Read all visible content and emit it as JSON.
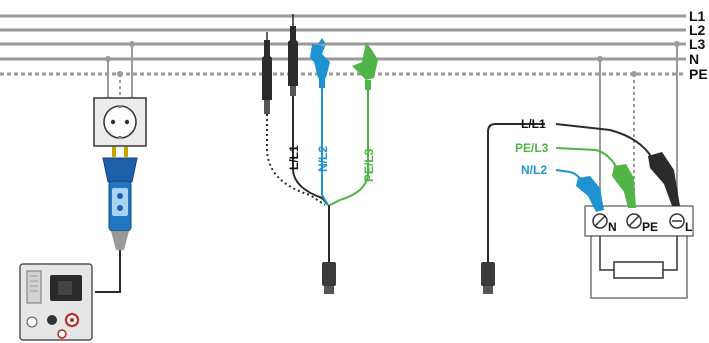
{
  "rails": {
    "l1": "L1",
    "l2": "L2",
    "l3": "L3",
    "n": "N",
    "pe": "PE"
  },
  "leads": {
    "black": "L/L1",
    "blue": "N/L2",
    "green": "PE/L3"
  },
  "terminals": {
    "n": "N",
    "pe": "PE",
    "l": "L"
  },
  "colors": {
    "rail": "#9a9a9a",
    "black_lead": "#2b2b2b",
    "blue_lead": "#1f93d1",
    "green_lead": "#52b447",
    "device_body": "#e6e6e6"
  },
  "icons": [
    "socket-icon",
    "plug-adapter-icon",
    "test-probe-icon",
    "crocodile-clip-icon",
    "instrument-icon",
    "load-resistor-icon",
    "terminal-screw-icon",
    "connector-plug-icon"
  ]
}
